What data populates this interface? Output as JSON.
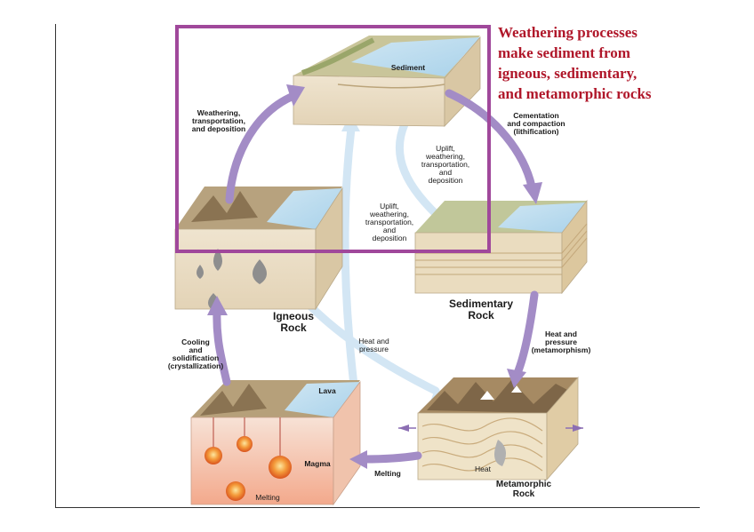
{
  "heading": {
    "lines": [
      "Weathering processes",
      "make sediment from",
      "igneous, sedimentary,",
      "and metamorphic rocks"
    ],
    "color": "#b0172a"
  },
  "highlight_color": "#a0489b",
  "blocks": {
    "sediment": "Sediment",
    "igneous": [
      "Igneous",
      "Rock"
    ],
    "sedimentary": [
      "Sedimentary",
      "Rock"
    ],
    "metamorphic": [
      "Metamorphic",
      "Rock"
    ],
    "lava": "Lava",
    "magma": "Magma",
    "melting_inner": "Melting",
    "heat_inner": "Heat"
  },
  "processes": {
    "weathering": [
      "Weathering,",
      "transportation,",
      "and deposition"
    ],
    "cementation": [
      "Cementation",
      "and compaction",
      "(lithification)"
    ],
    "uplift_inner": [
      "Uplift,",
      "weathering,",
      "transportation,",
      "and",
      "deposition"
    ],
    "uplift_outer": [
      "Uplift,",
      "weathering,",
      "transportation,",
      "and",
      "deposition"
    ],
    "heat_pressure_mid": [
      "Heat and",
      "pressure"
    ],
    "heat_pressure_meta": [
      "Heat and",
      "pressure",
      "(metamorphism)"
    ],
    "cooling": [
      "Cooling",
      "and",
      "solidification",
      "(crystallization)"
    ],
    "melting": "Melting"
  },
  "colors": {
    "main_arrow": "#a38cc6",
    "light_arrow": "#d3e6f4"
  }
}
